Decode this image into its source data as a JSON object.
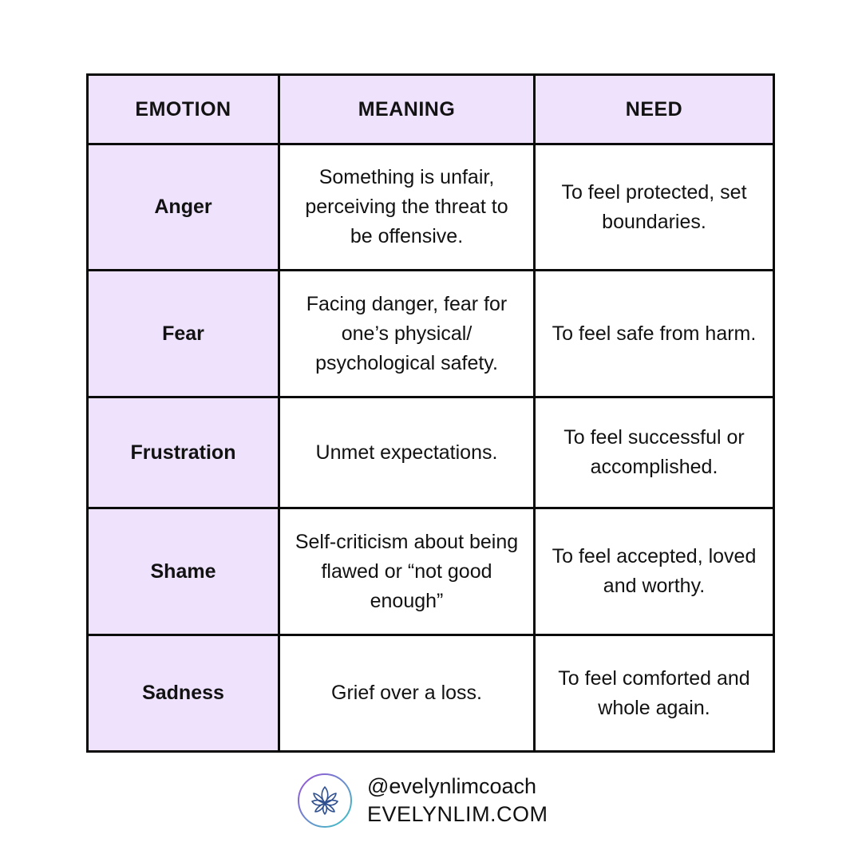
{
  "table": {
    "headers": [
      "EMOTION",
      "MEANING",
      "NEED"
    ],
    "rows": [
      {
        "emotion": "Anger",
        "meaning": "Something is unfair, perceiving the threat to be offensive.",
        "need": "To feel protected, set boundaries."
      },
      {
        "emotion": "Fear",
        "meaning": "Facing danger, fear for one’s physical/ psychological safety.",
        "need": "To feel safe from harm."
      },
      {
        "emotion": "Frustration",
        "meaning": "Unmet expectations.",
        "need": "To feel successful or accomplished."
      },
      {
        "emotion": "Shame",
        "meaning": "Self-criticism about being flawed or “not good enough”",
        "need": "To feel accepted, loved and worthy."
      },
      {
        "emotion": "Sadness",
        "meaning": "Grief over a loss.",
        "need": "To feel comforted and whole again."
      }
    ]
  },
  "footer": {
    "logo_icon": "lotus-icon",
    "handle": "@evelynlimcoach",
    "website": "EVELYNLIM.COM"
  },
  "colors": {
    "header_bg": "#efe2fd",
    "border": "#0b0b0b",
    "logo_gradient_start": "#9b4fd6",
    "logo_gradient_end": "#3bc6c4"
  }
}
